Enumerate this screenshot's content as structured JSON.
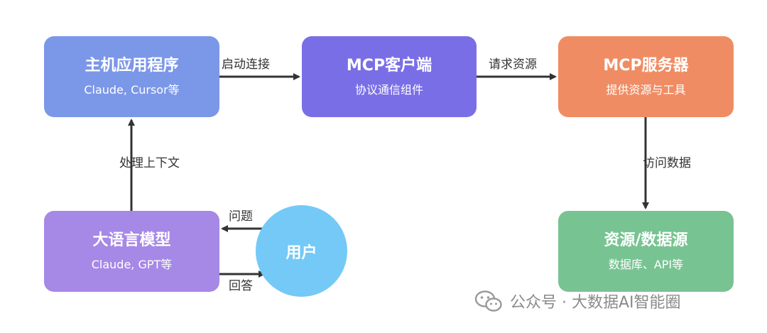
{
  "nodes": {
    "host": {
      "title": "主机应用程序",
      "subtitle": "Claude, Cursor等",
      "color": "#7b97e8"
    },
    "client": {
      "title": "MCP客户端",
      "subtitle": "协议通信组件",
      "color": "#7a6ee6"
    },
    "server": {
      "title": "MCP服务器",
      "subtitle": "提供资源与工具",
      "color": "#f08c63"
    },
    "llm": {
      "title": "大语言模型",
      "subtitle": "Claude, GPT等",
      "color": "#a688e6"
    },
    "resource": {
      "title": "资源/数据源",
      "subtitle": "数据库、API等",
      "color": "#78c392"
    },
    "user": {
      "title": "用户",
      "color": "#74c9f7"
    }
  },
  "edges": {
    "connect": "启动连接",
    "request": "请求资源",
    "process": "处理上下文",
    "access": "访问数据",
    "question": "问题",
    "answer": "回答"
  },
  "watermark": {
    "text": "公众号 · 大数据AI智能圈",
    "icon": "wechat-icon"
  }
}
